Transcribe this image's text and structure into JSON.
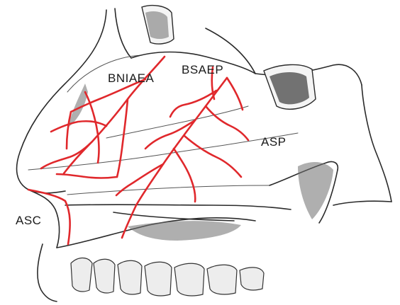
{
  "labels": {
    "bniaea": "BNIAEA",
    "bsaep": "BSAEP",
    "asp": "ASP",
    "asc": "ASC"
  },
  "colors": {
    "artery": "#e0282c",
    "outline": "#2a2a2a"
  }
}
